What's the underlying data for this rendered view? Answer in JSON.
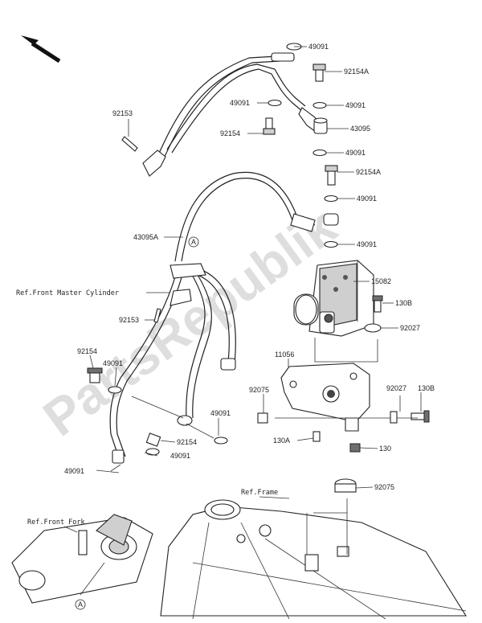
{
  "watermark": "PartsRepublik",
  "callouts": {
    "p49091_a": "49091",
    "p92154A_a": "92154A",
    "p49091_b": "49091",
    "p49091_c": "49091",
    "p43095": "43095",
    "p92153_a": "92153",
    "p92154_a": "92154",
    "p49091_d": "49091",
    "p92154A_b": "92154A",
    "p49091_e": "49091",
    "p43095A": "43095A",
    "p49091_f": "49091",
    "p15082": "15082",
    "ref_master_cylinder": "Ref.Front Master Cylinder",
    "p130B_a": "130B",
    "p92153_b": "92153",
    "p92027_a": "92027",
    "p11056": "11056",
    "p92154_b": "92154",
    "p49091_g": "49091",
    "p92075_a": "92075",
    "p92027_b": "92027",
    "p130B_b": "130B",
    "p49091_h": "49091",
    "p130A": "130A",
    "p92154_c": "92154",
    "p130": "130",
    "p49091_i": "49091",
    "p49091_j": "49091",
    "p92075_b": "92075",
    "ref_frame": "Ref.Frame",
    "ref_front_fork": "Ref.Front Fork",
    "marker_a1": "A",
    "marker_a2": "A"
  }
}
